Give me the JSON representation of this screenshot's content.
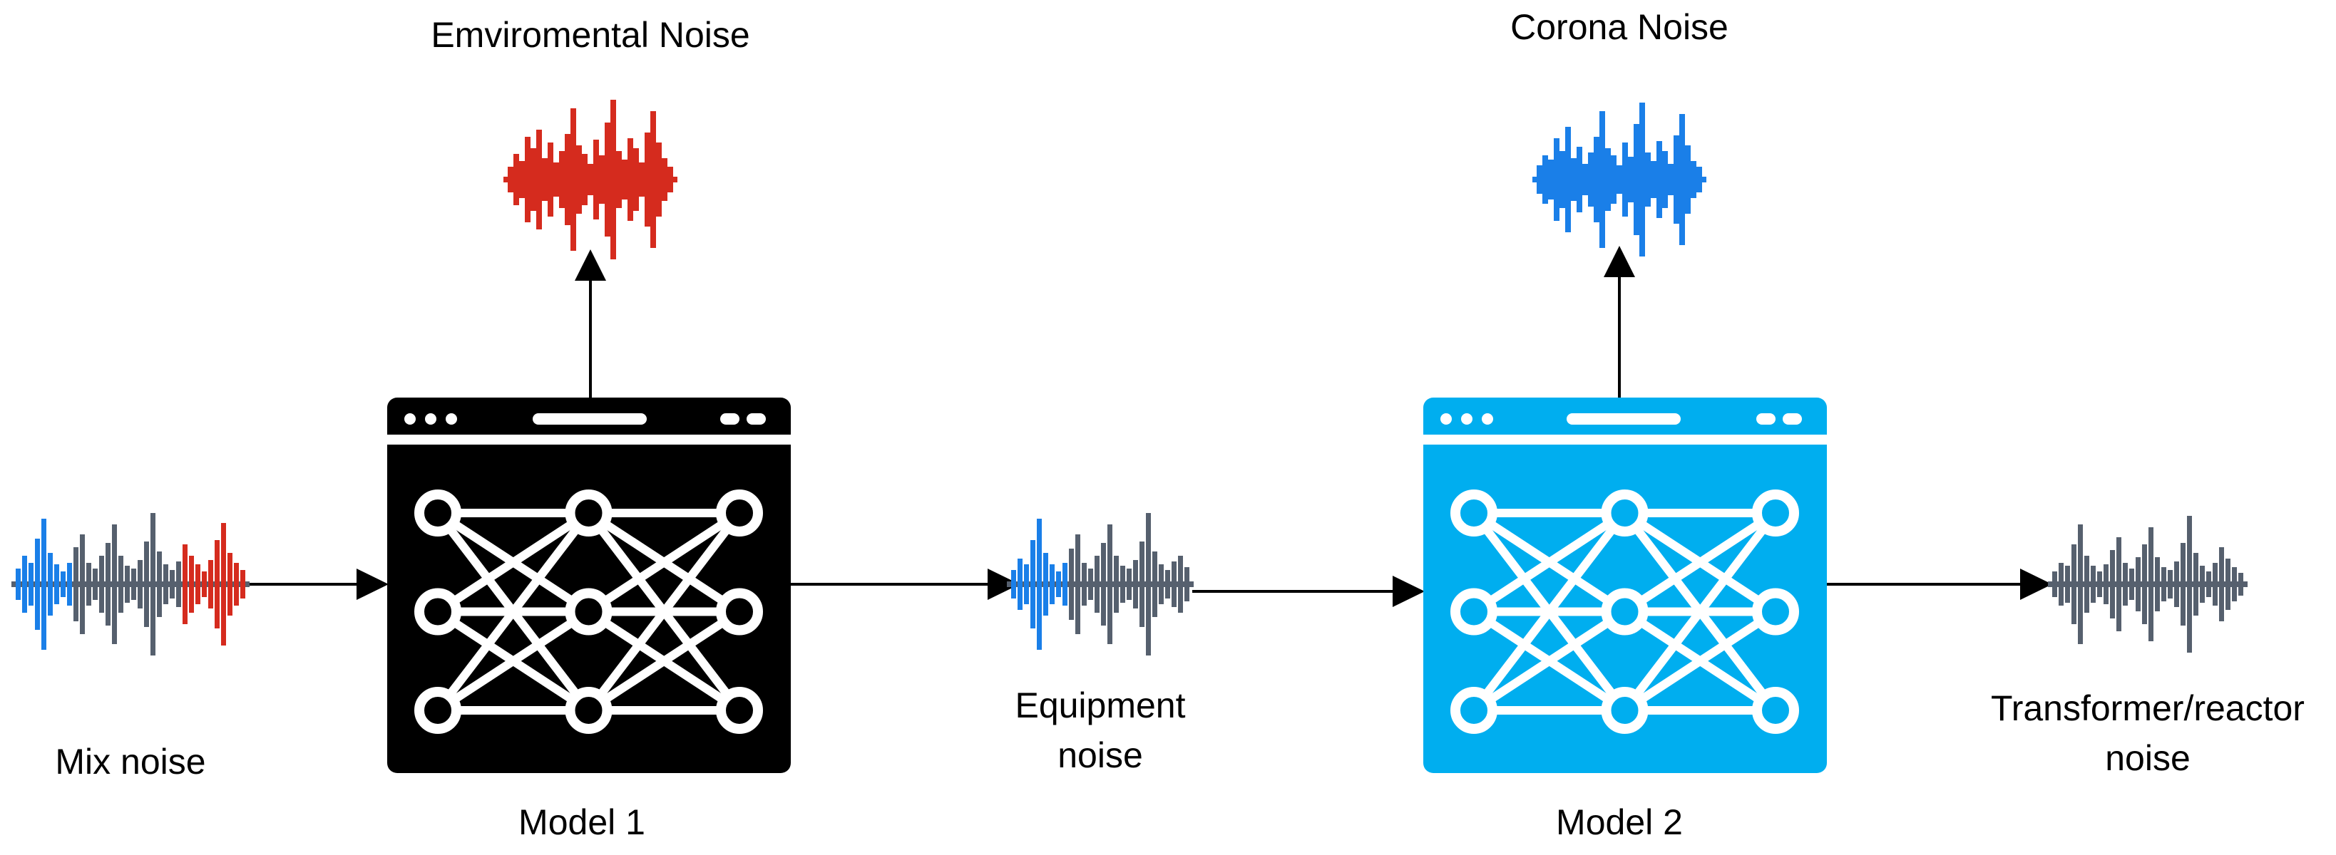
{
  "labels": {
    "environmental": "Emviromental Noise",
    "corona": "Corona Noise",
    "mix": "Mix noise",
    "equipment_line1": "Equipment",
    "equipment_line2": "noise",
    "transformer_line1": "Transformer/reactor",
    "transformer_line2": "noise",
    "model1": "Model 1",
    "model2": "Model 2"
  },
  "colors": {
    "red": "#d52b1e",
    "blue": "#1a7fe8",
    "gray": "#56606e",
    "model1_fill": "#000000",
    "model2_fill": "#00aeef",
    "arrow": "#000000",
    "text": "#000000"
  },
  "icons": {
    "model": "neural-network-window-icon",
    "noise": "sound-wave-icon"
  }
}
